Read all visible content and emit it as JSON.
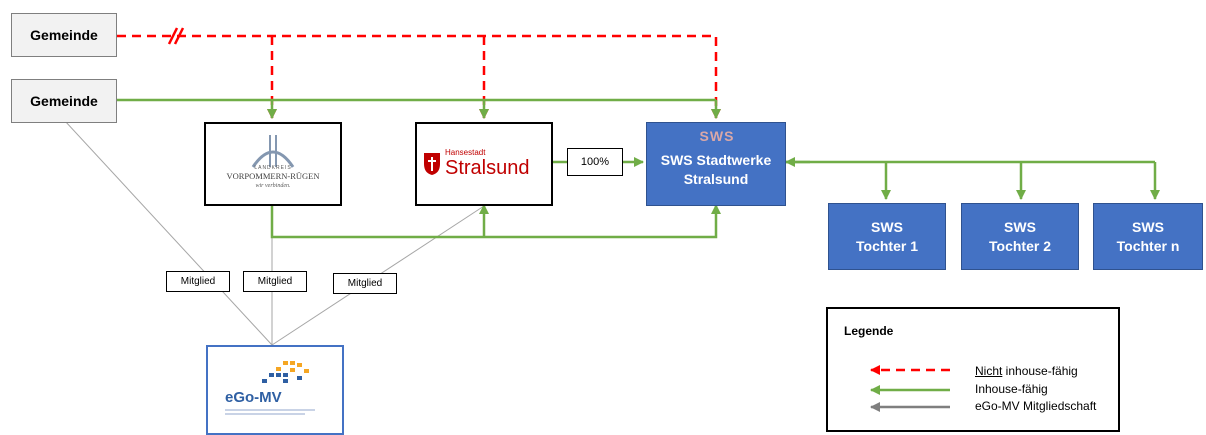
{
  "nodes": {
    "gemeinde_1": "Gemeinde",
    "gemeinde_2": "Gemeinde",
    "landkreis": {
      "line1": "LANDKREIS",
      "line2": "VORPOMMERN-RÜGEN",
      "line3": "wir verbinden."
    },
    "stralsund": {
      "line1": "Hansestadt",
      "line2": "Stralsund"
    },
    "sws_main": {
      "logo": "SWS",
      "line1": "SWS Stadtwerke",
      "line2": "Stralsund"
    },
    "tochter": [
      {
        "line1": "SWS",
        "line2": "Tochter 1"
      },
      {
        "line1": "SWS",
        "line2": "Tochter 2"
      },
      {
        "line1": "SWS",
        "line2": "Tochter n"
      }
    ],
    "ego": {
      "name": "eGo-MV"
    }
  },
  "edge_labels": {
    "share": "100%",
    "mitglied_1": "Mitglied",
    "mitglied_2": "Mitglied",
    "mitglied_3": "Mitglied"
  },
  "legend": {
    "title": "Legende",
    "items": [
      {
        "underlined": "Nicht",
        "rest": " inhouse-fähig",
        "color": "#ff0000",
        "style": "dashed"
      },
      {
        "underlined": "",
        "rest": "Inhouse-fähig",
        "color": "#70ad47",
        "style": "solid"
      },
      {
        "underlined": "",
        "rest": "eGo-MV Mitgliedschaft",
        "color": "#7f7f7f",
        "style": "solid"
      }
    ]
  },
  "colors": {
    "red": "#ff0000",
    "green": "#70ad47",
    "gray": "#a6a6a6",
    "blue": "#4472c4"
  }
}
